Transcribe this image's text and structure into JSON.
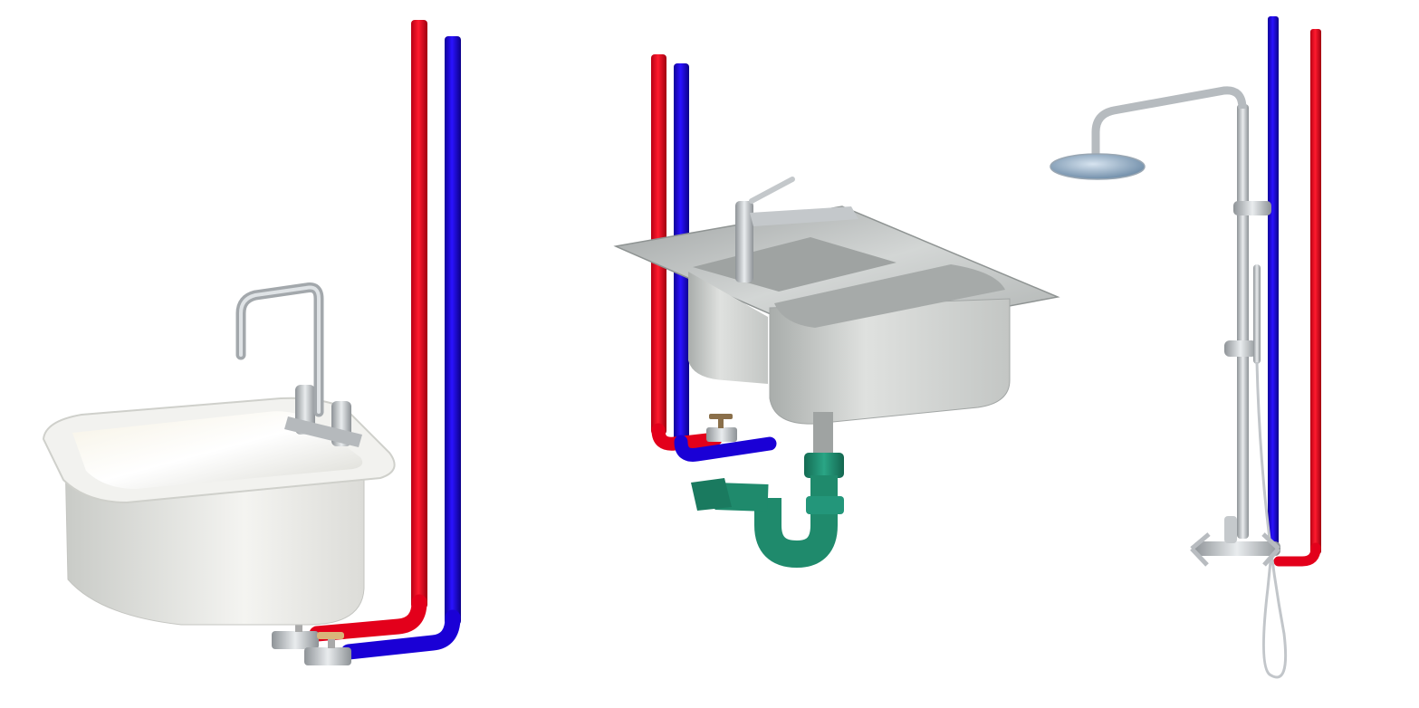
{
  "scene": {
    "background": "#ffffff",
    "fixtures": [
      {
        "name": "washbasin",
        "icon": "washbasin-with-faucet"
      },
      {
        "name": "double-kitchen-sink",
        "icon": "double-sink-with-trap"
      },
      {
        "name": "shower-column",
        "icon": "rain-shower-with-hand-shower"
      }
    ],
    "colors": {
      "hot_pipe": "#e3001b",
      "cold_pipe": "#1a00d6",
      "drain_trap": "#1f8a6c",
      "chrome": "#c7cacd",
      "ceramic": "#eaeae6",
      "steel": "#b9bcbd",
      "valve_handle": "#d9b47a"
    }
  }
}
